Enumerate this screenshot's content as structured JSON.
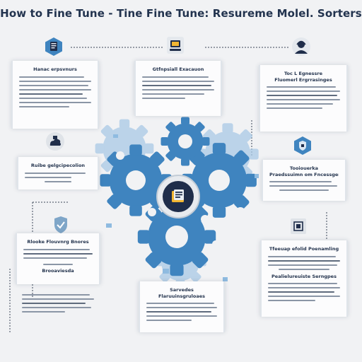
{
  "title": "How to Fine Tune - Tine Fine Tune: Resureme Molel. Sorters",
  "icons": {
    "top_left": "document-icon",
    "top_center": "computer-icon",
    "top_right": "support-person-icon",
    "mid_left": "home-cloud-icon",
    "mid_right": "shield-icon",
    "bottom_left": "shield-check-icon",
    "bottom_right": "data-sorter-icon",
    "hub": "resume-document-icon"
  },
  "colors": {
    "gear_blue": "#3f84bf",
    "gear_light": "#8fbbe0",
    "hub_dark": "#1f2d4a",
    "hub_accent": "#f2b632",
    "title_navy": "#22334e"
  },
  "cards": {
    "top_left": {
      "title": "Hanac erpsvnurs"
    },
    "top_center": {
      "title": "Gtfnpsiall Exacauon"
    },
    "top_right": {
      "title": "Toc L Egnessre",
      "subtitle": "Fluomerl Ergrrasinges"
    },
    "mid_left": {
      "title": "Ruibe gelgcipecolion"
    },
    "mid_right": {
      "title": "Tooiouerka",
      "subtitle": "Praedssuimn om Fncessgen"
    },
    "bottom_left": {
      "title": "Rlooke Flouvnrg Bnores",
      "subtitle": "Brooaviesda"
    },
    "bottom_center": {
      "title": "Sarvedes",
      "subtitle": "Flaruuinsgruloaes"
    },
    "bottom_right": {
      "title": "Tfeeuap efolid Poenamling",
      "subtitle": "Pealielureuiste Serngpes"
    }
  }
}
